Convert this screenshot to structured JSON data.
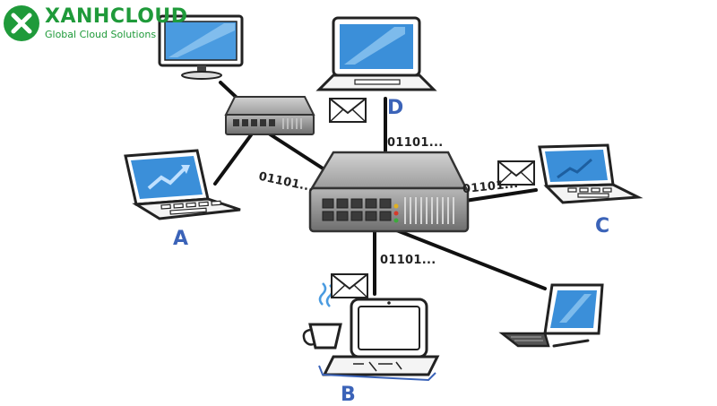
{
  "brand": {
    "name": "XANHCLOUD",
    "tagline": "Global Cloud Solutions",
    "color": "#1f9a3a"
  },
  "nodes": {
    "a": {
      "label": "A"
    },
    "b": {
      "label": "B"
    },
    "c": {
      "label": "C"
    },
    "d": {
      "label": "D"
    }
  },
  "packets": {
    "left": "01101...",
    "top": "01101...",
    "right": "01101...",
    "bottom": "01101..."
  },
  "colors": {
    "label": "#3b63b8",
    "screen": "#3b8fd9",
    "device_frame": "#333333",
    "switch_body": "#8a8a8a",
    "link": "#111111",
    "port_led_red": "#d63a2a",
    "port_led_green": "#3caa3c",
    "port_led_yellow": "#e0b020"
  },
  "icons": [
    "x-logo-icon",
    "monitor-icon",
    "laptop-icon",
    "tablet-icon",
    "network-switch-icon",
    "envelope-icon",
    "coffee-mug-icon",
    "trend-chart-icon"
  ]
}
